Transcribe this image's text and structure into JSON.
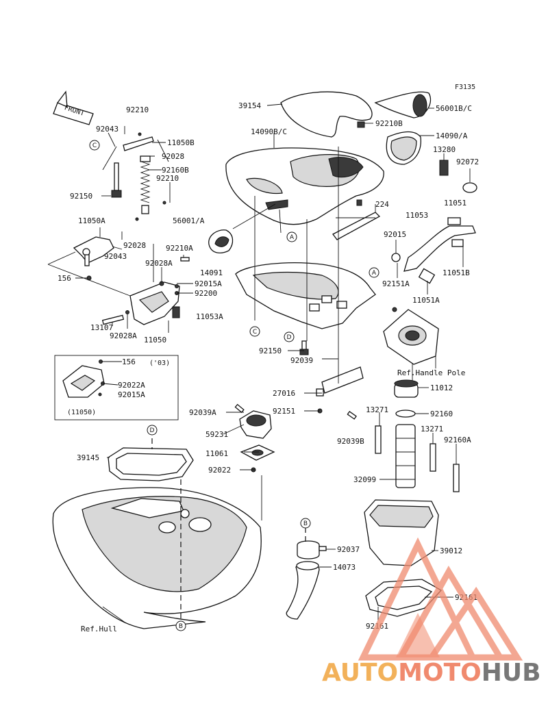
{
  "figure_code": "F3135",
  "front_arrow": "FRONT",
  "callouts": {
    "a": "A",
    "b": "B",
    "c": "C",
    "d": "D"
  },
  "inset": {
    "year_note": "('03)",
    "caption": "(11050)"
  },
  "labels": {
    "p92210": "92210",
    "p92043": "92043",
    "p11050B": "11050B",
    "p92028": "92028",
    "p92160B": "92160B",
    "p92210b": "92210",
    "p92150": "92150",
    "p11050A": "11050A",
    "p92028b": "92028",
    "p92043b": "92043",
    "p92210A": "92210A",
    "p92028A": "92028A",
    "p156": "156",
    "p14091": "14091",
    "p92015A": "92015A",
    "p92200": "92200",
    "p11053A": "11053A",
    "p13107": "13107",
    "p92028Ab": "92028A",
    "p11050": "11050",
    "p156b": "156",
    "p92022A": "92022A",
    "p92015Ab": "92015A",
    "p39154": "39154",
    "p14090BC": "14090B/C",
    "p92210B": "92210B",
    "p56001BC": "56001B/C",
    "p14090A": "14090/A",
    "p13280": "13280",
    "p92072": "92072",
    "p11051": "11051",
    "p56001A": "56001/A",
    "p224": "224",
    "p11053": "11053",
    "p92015": "92015",
    "p92151A": "92151A",
    "p11051B": "11051B",
    "p11051A": "11051A",
    "p92150b": "92150",
    "p92039": "92039",
    "refHandle": "Ref.Handle Pole",
    "p11012": "11012",
    "p27016": "27016",
    "p92151": "92151",
    "p92039A": "92039A",
    "p13271": "13271",
    "p92160": "92160",
    "p59231": "59231",
    "p13271b": "13271",
    "p92039B": "92039B",
    "p92160A": "92160A",
    "p39145": "39145",
    "p11061": "11061",
    "p92022": "92022",
    "p32099": "32099",
    "p92037": "92037",
    "p39012": "39012",
    "p14073": "14073",
    "p92161": "92161",
    "p92161b": "92161",
    "refHull": "Ref.Hull"
  },
  "watermark": {
    "part1": "AUTO",
    "part2": "MOTO",
    "part3": "HUB",
    "color_a": "#f2b15a",
    "color_b": "#f08a6e",
    "color_c": "#777777"
  }
}
